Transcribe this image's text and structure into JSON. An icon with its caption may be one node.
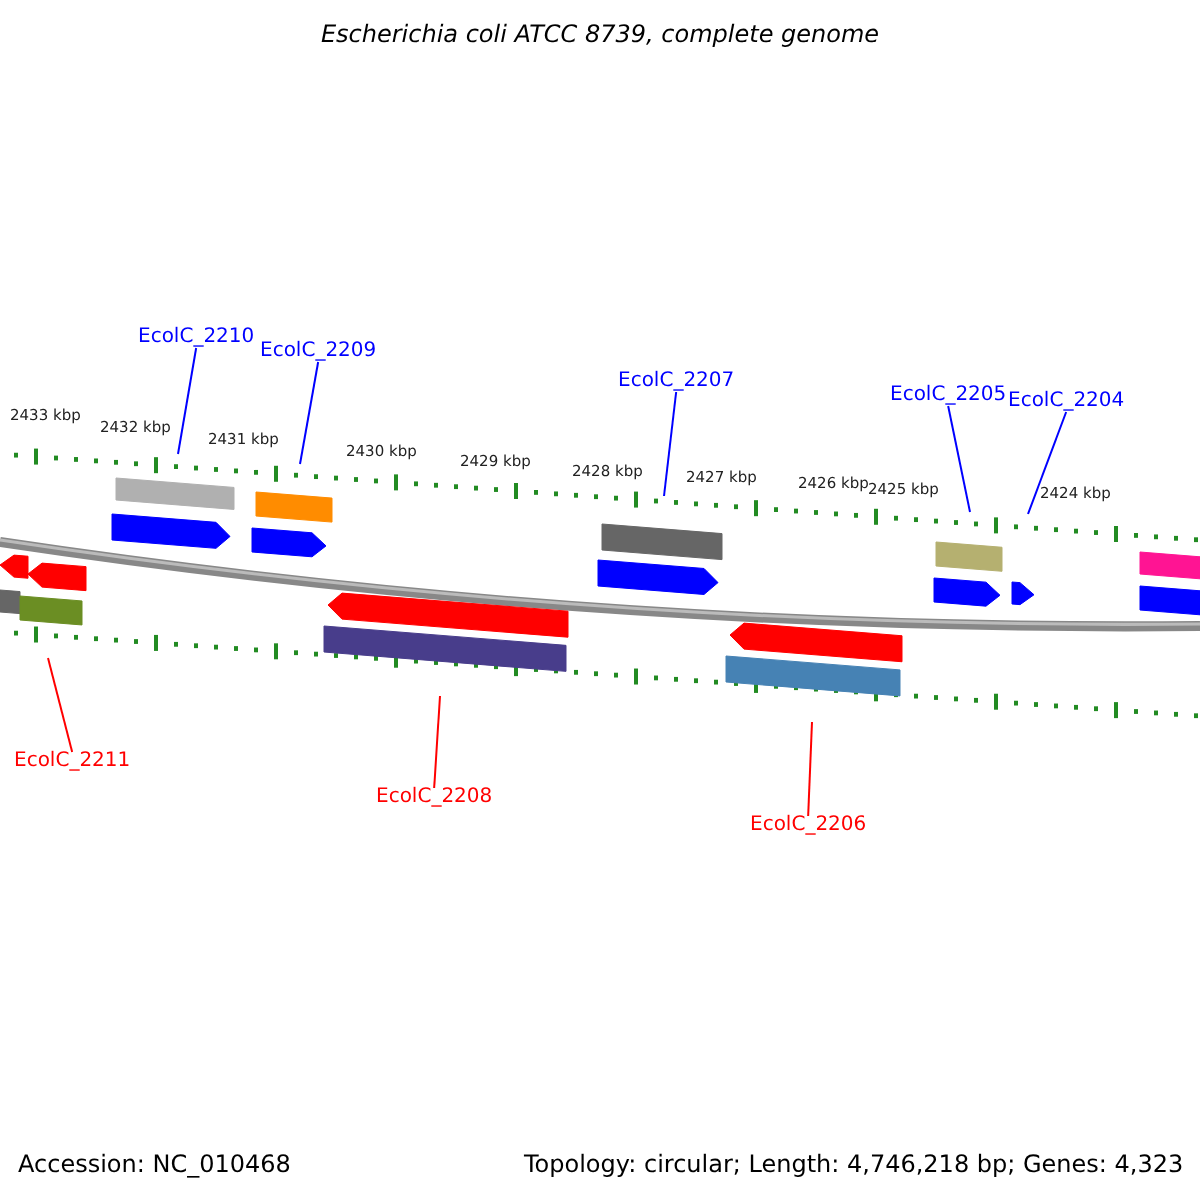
{
  "diagram": {
    "title": "Escherichia coli ATCC 8739, complete genome",
    "nodes": [
      {
        "text": [
          "EcolC_2210"
        ]
      },
      {
        "text": [
          "EcolC_2209"
        ]
      },
      {
        "text": [
          "EcolC_2207"
        ]
      },
      {
        "text": [
          "EcolC_2205"
        ]
      },
      {
        "text": [
          "EcolC_2204"
        ]
      },
      {
        "text": [
          "EcolC_2211"
        ]
      },
      {
        "text": [
          "EcolC_2208"
        ]
      },
      {
        "text": [
          "EcolC_2206"
        ]
      }
    ],
    "edges": [
      {
        "from": 0,
        "to": null,
        "arrow": "none",
        "color": "#0000ff"
      },
      {
        "from": 1,
        "to": null,
        "arrow": "none",
        "color": "#0000ff"
      },
      {
        "from": 2,
        "to": null,
        "arrow": "none",
        "color": "#0000ff"
      },
      {
        "from": 3,
        "to": null,
        "arrow": "none",
        "color": "#0000ff"
      },
      {
        "from": 4,
        "to": null,
        "arrow": "none",
        "color": "#0000ff"
      },
      {
        "from": 5,
        "to": null,
        "arrow": "none",
        "color": "#ff0000"
      },
      {
        "from": 6,
        "to": null,
        "arrow": "none",
        "color": "#ff0000"
      },
      {
        "from": 7,
        "to": null,
        "arrow": "none",
        "color": "#ff0000"
      }
    ],
    "labels": [
      "2433 kbp",
      "2432 kbp",
      "2431 kbp",
      "2430 kbp",
      "2429 kbp",
      "2428 kbp",
      "2427 kbp",
      "2426 kbp",
      "2425 kbp",
      "2424 kbp",
      "Accession: NC_010468",
      "Topology: circular; Length: 4,746,218 bp; Genes: 4,323"
    ]
  }
}
